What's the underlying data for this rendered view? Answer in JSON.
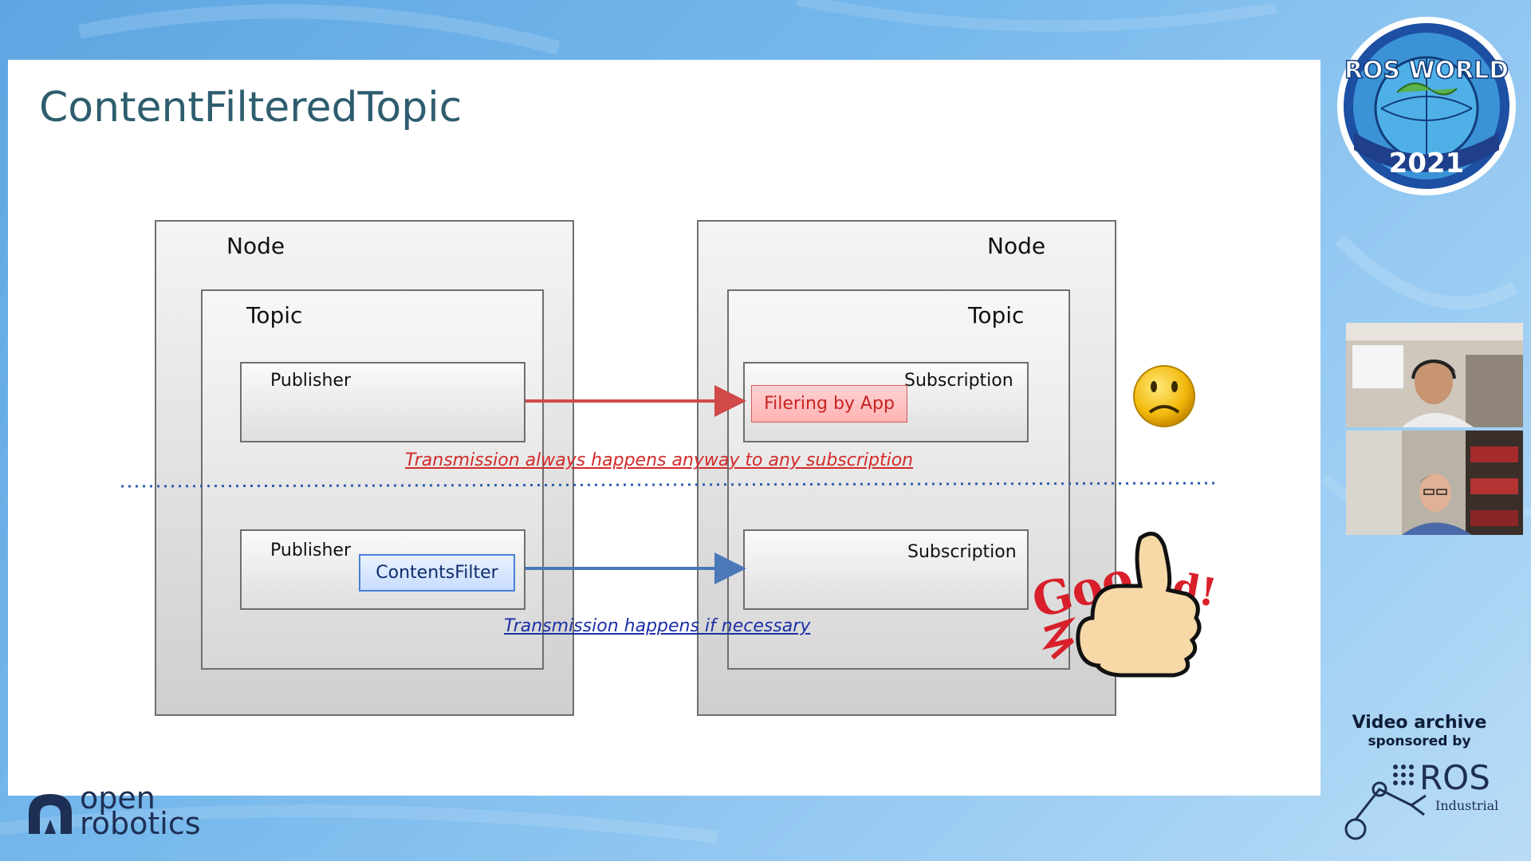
{
  "slide": {
    "title": "ContentFilteredTopic",
    "left_node": {
      "node_label": "Node",
      "topic_label": "Topic",
      "publisher_top": "Publisher",
      "publisher_bottom": "Publisher",
      "filter_label": "ContentsFilter"
    },
    "right_node": {
      "node_label": "Node",
      "topic_label": "Topic",
      "subscription_top": "Subscription",
      "subscription_bottom": "Subscription",
      "app_filter_label": "Filering by App"
    },
    "note_top": "Transmission always happens anyway to any subscription",
    "note_bottom": "Transmission happens if necessary",
    "good_text": "Good!",
    "colors": {
      "red_arrow": "#d04a4a",
      "blue_arrow": "#4a78b8",
      "dotted_divider": "#2f5fae"
    }
  },
  "branding": {
    "event_badge": {
      "line1": "ROS WORLD",
      "line2": "2021"
    },
    "org_logo": {
      "line1": "open",
      "line2": "robotics"
    },
    "sponsor": {
      "title": "Video archive",
      "subtitle": "sponsored by",
      "logo_main": "ROS",
      "logo_sub": "Industrial"
    }
  },
  "participants": [
    {
      "icon": "participant-video-1"
    },
    {
      "icon": "participant-video-2"
    }
  ]
}
